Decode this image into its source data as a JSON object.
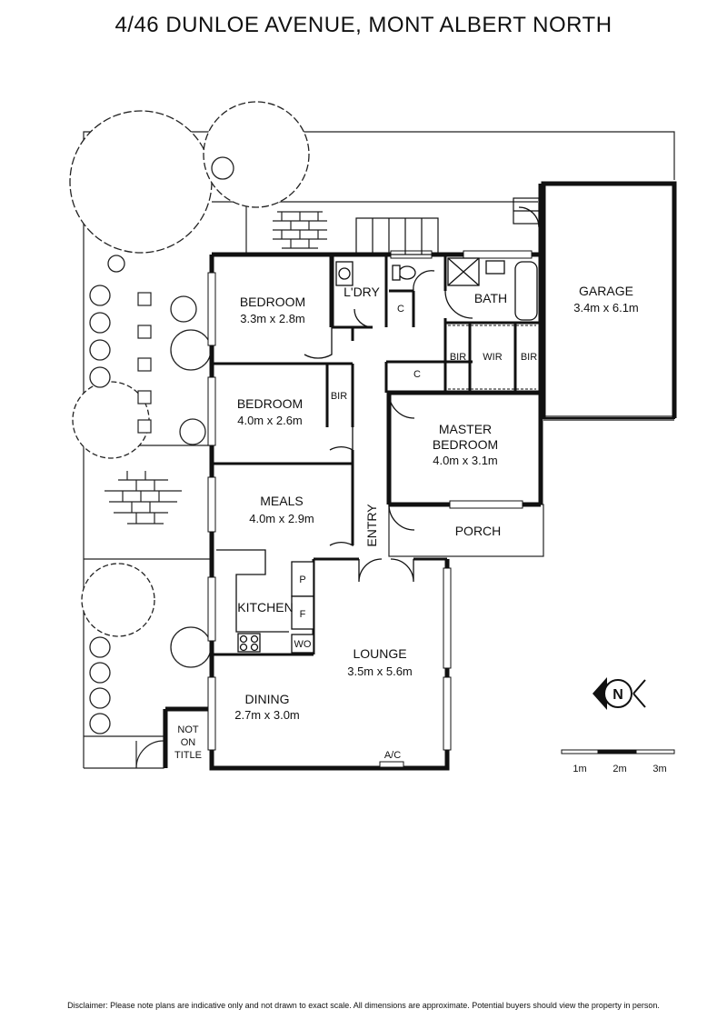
{
  "title": "4/46 DUNLOE AVENUE, MONT ALBERT NORTH",
  "rooms": {
    "bedroom2": {
      "name": "BEDROOM",
      "size": "3.3m x 2.8m"
    },
    "bedroom3": {
      "name": "BEDROOM",
      "size": "4.0m x 2.6m"
    },
    "master": {
      "name1": "MASTER",
      "name2": "BEDROOM",
      "size": "4.0m x 3.1m"
    },
    "garage": {
      "name": "GARAGE",
      "size": "3.4m x 6.1m"
    },
    "meals": {
      "name": "MEALS",
      "size": "4.0m x 2.9m"
    },
    "lounge": {
      "name": "LOUNGE",
      "size": "3.5m x 5.6m"
    },
    "dining": {
      "name": "DINING",
      "size": "2.7m x 3.0m"
    },
    "kitchen": "KITCHEN",
    "ldry": "L'DRY",
    "bath": "BATH",
    "porch": "PORCH",
    "entry": "ENTRY",
    "wir": "WIR",
    "bir": "BIR",
    "c": "C",
    "p": "P",
    "f": "F",
    "wo": "WO",
    "ac": "A/C",
    "not_on_title": [
      "NOT",
      "ON",
      "TITLE"
    ]
  },
  "compass": "N",
  "scale": {
    "labels": [
      "1m",
      "2m",
      "3m"
    ]
  },
  "disclaimer": "Disclaimer: Please note plans are indicative only and not drawn to exact scale. All dimensions are approximate. Potential buyers should view the property in person."
}
